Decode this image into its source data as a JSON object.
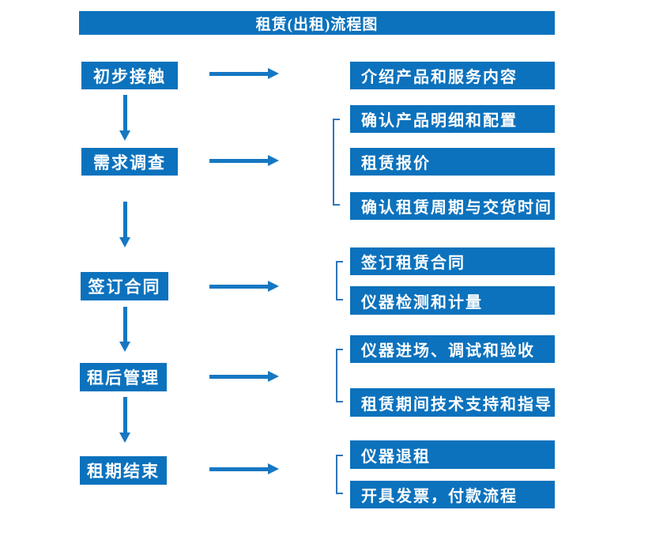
{
  "title": "租赁(出租)流程图",
  "colors": {
    "box-fill": "#0C72BD",
    "arrow": "#1677C2",
    "bracket": "#2E75B6",
    "text-on-blue": "#FFFFFF",
    "background": "#FFFFFF"
  },
  "stages": [
    {
      "label": "初步接触"
    },
    {
      "label": "需求调查"
    },
    {
      "label": "签订合同"
    },
    {
      "label": "租后管理"
    },
    {
      "label": "租期结束"
    }
  ],
  "details": [
    {
      "label": "介绍产品和服务内容",
      "stage": "初步接触"
    },
    {
      "label": "确认产品明细和配置",
      "stage": "需求调查"
    },
    {
      "label": "租赁报价",
      "stage": "需求调查"
    },
    {
      "label": "确认租赁周期与交货时间",
      "stage": "需求调查"
    },
    {
      "label": "签订租赁合同",
      "stage": "签订合同"
    },
    {
      "label": "仪器检测和计量",
      "stage": "签订合同"
    },
    {
      "label": "仪器进场、调试和验收",
      "stage": "租后管理"
    },
    {
      "label": "租赁期间技术支持和指导",
      "stage": "租后管理"
    },
    {
      "label": "仪器退租",
      "stage": "租期结束"
    },
    {
      "label": "开具发票，付款流程",
      "stage": "租期结束"
    }
  ]
}
